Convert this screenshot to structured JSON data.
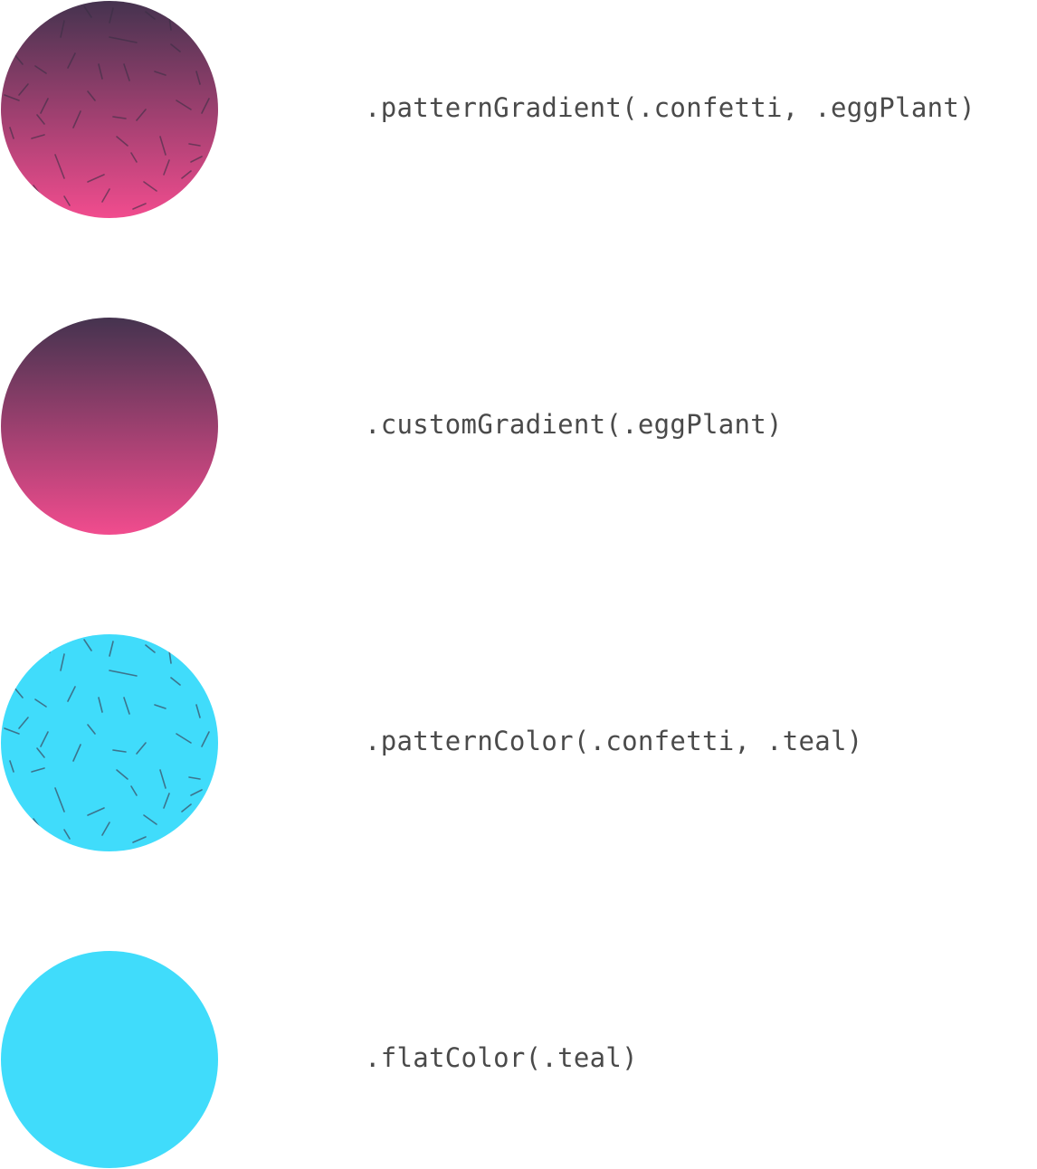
{
  "colors": {
    "eggplant_top": "#45334f",
    "eggplant_bottom": "#f14c8e",
    "teal": "#40dcfb",
    "confetti_stroke": "#3b2f45"
  },
  "swatches": [
    {
      "style": "patternGradient",
      "pattern": "confetti",
      "label": ".patternGradient(.confetti, .eggPlant)"
    },
    {
      "style": "customGradient",
      "pattern": "none",
      "label": ".customGradient(.eggPlant)"
    },
    {
      "style": "patternColor",
      "pattern": "confetti",
      "label": ".patternColor(.confetti, .teal)"
    },
    {
      "style": "flatColor",
      "pattern": "none",
      "label": ".flatColor(.teal)"
    }
  ]
}
